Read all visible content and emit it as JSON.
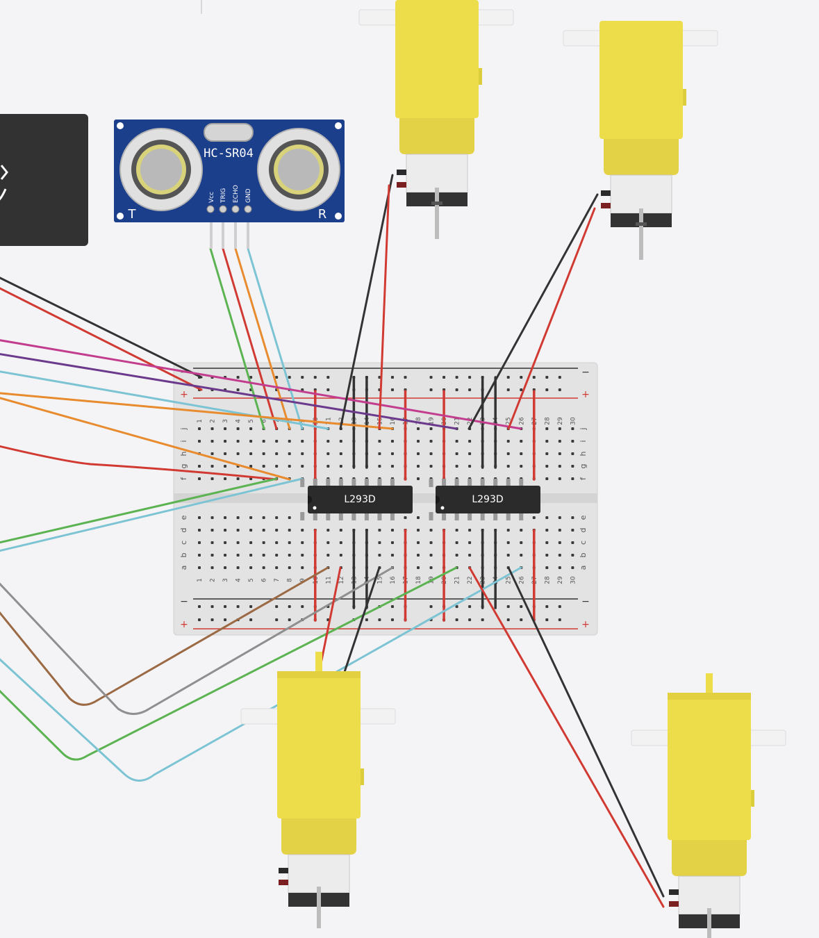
{
  "sensor": {
    "model": "HC-SR04",
    "left_mark": "T",
    "right_mark": "R",
    "pins": [
      "Vcc",
      "TRIG",
      "ECHO",
      "GND"
    ]
  },
  "breadboard": {
    "columns": [
      "1",
      "2",
      "3",
      "4",
      "5",
      "6",
      "7",
      "8",
      "9",
      "10",
      "11",
      "12",
      "13",
      "14",
      "15",
      "16",
      "17",
      "18",
      "19",
      "20",
      "21",
      "22",
      "23",
      "24",
      "25",
      "26",
      "27",
      "28",
      "29",
      "30"
    ],
    "top_rows": [
      "f",
      "g",
      "h",
      "i",
      "j"
    ],
    "bottom_rows": [
      "a",
      "b",
      "c",
      "d",
      "e"
    ],
    "rail_minus": "−",
    "rail_plus": "+"
  },
  "chips": [
    {
      "label": "L293D"
    },
    {
      "label": "L293D"
    }
  ],
  "motors": [
    "motor-top-left",
    "motor-top-right",
    "motor-bottom-left",
    "motor-bottom-right"
  ],
  "colors": {
    "background": "#f4f4f6",
    "sensor_board": "#1c3f8c",
    "motor_yellow": "#eedd4a",
    "chip": "#2b2b2b",
    "wire_red": "#d13a32",
    "wire_black": "#333333",
    "wire_green": "#5cb352",
    "wire_orange": "#e88b2e",
    "wire_cyan": "#7cc4d4",
    "wire_magenta": "#c23d8d",
    "wire_purple": "#6b3a8c",
    "wire_brown": "#9b6a44",
    "wire_gray": "#8f8f8f"
  }
}
